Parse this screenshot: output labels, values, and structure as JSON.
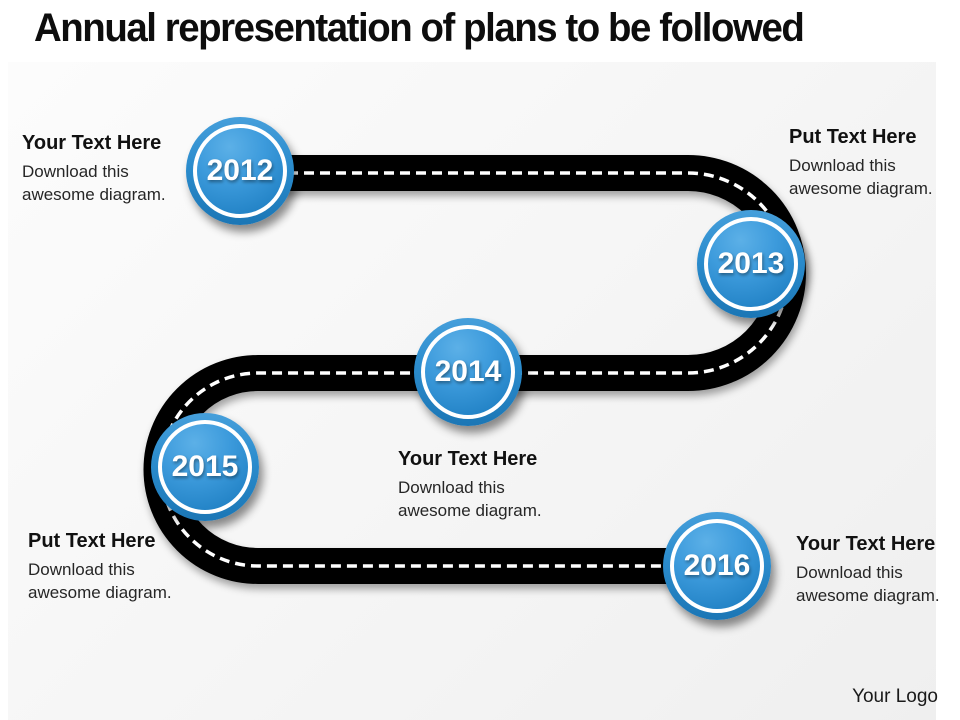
{
  "slide": {
    "title": "Annual representation of plans to be followed",
    "logo_text": "Your Logo",
    "accent_color": "#2e8fd0",
    "road_color": "#000000",
    "road_line_color": "#ffffff",
    "background_color": "#f4f4f4"
  },
  "badges": [
    {
      "year": "2012"
    },
    {
      "year": "2013"
    },
    {
      "year": "2014"
    },
    {
      "year": "2015"
    },
    {
      "year": "2016"
    }
  ],
  "notes": [
    {
      "heading": "Your Text Here",
      "body": "Download this awesome diagram."
    },
    {
      "heading": "Put Text Here",
      "body": "Download this awesome diagram."
    },
    {
      "heading": "Your Text Here",
      "body": "Download this awesome diagram."
    },
    {
      "heading": "Put Text Here",
      "body": "Download this awesome diagram."
    },
    {
      "heading": "Your Text Here",
      "body": "Download this awesome diagram."
    }
  ]
}
